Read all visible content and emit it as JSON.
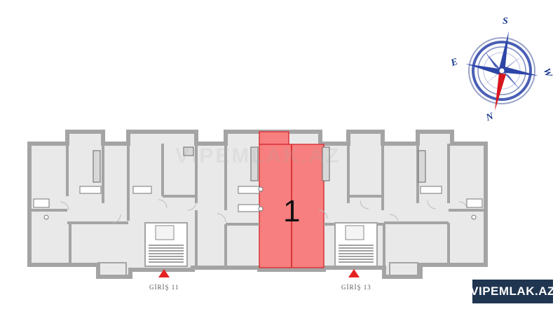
{
  "compass": {
    "south": "S",
    "east": "E",
    "west": "W",
    "north": "N",
    "needle_color": "#d8161e",
    "ring_color": "#4a5fb5"
  },
  "plan": {
    "wall_color": "#a4a4a4",
    "floor_color": "#e9e9e9",
    "highlight_color": "#f77f7f",
    "highlight_outline": "#d9353a",
    "selected_unit_label": "1",
    "entrance_marker_color": "#e52222"
  },
  "entrances": [
    {
      "label": "GİRİŞ 11"
    },
    {
      "label": "GİRİŞ 13"
    }
  ],
  "watermark": {
    "site": "VIPEMLAK.AZ"
  }
}
